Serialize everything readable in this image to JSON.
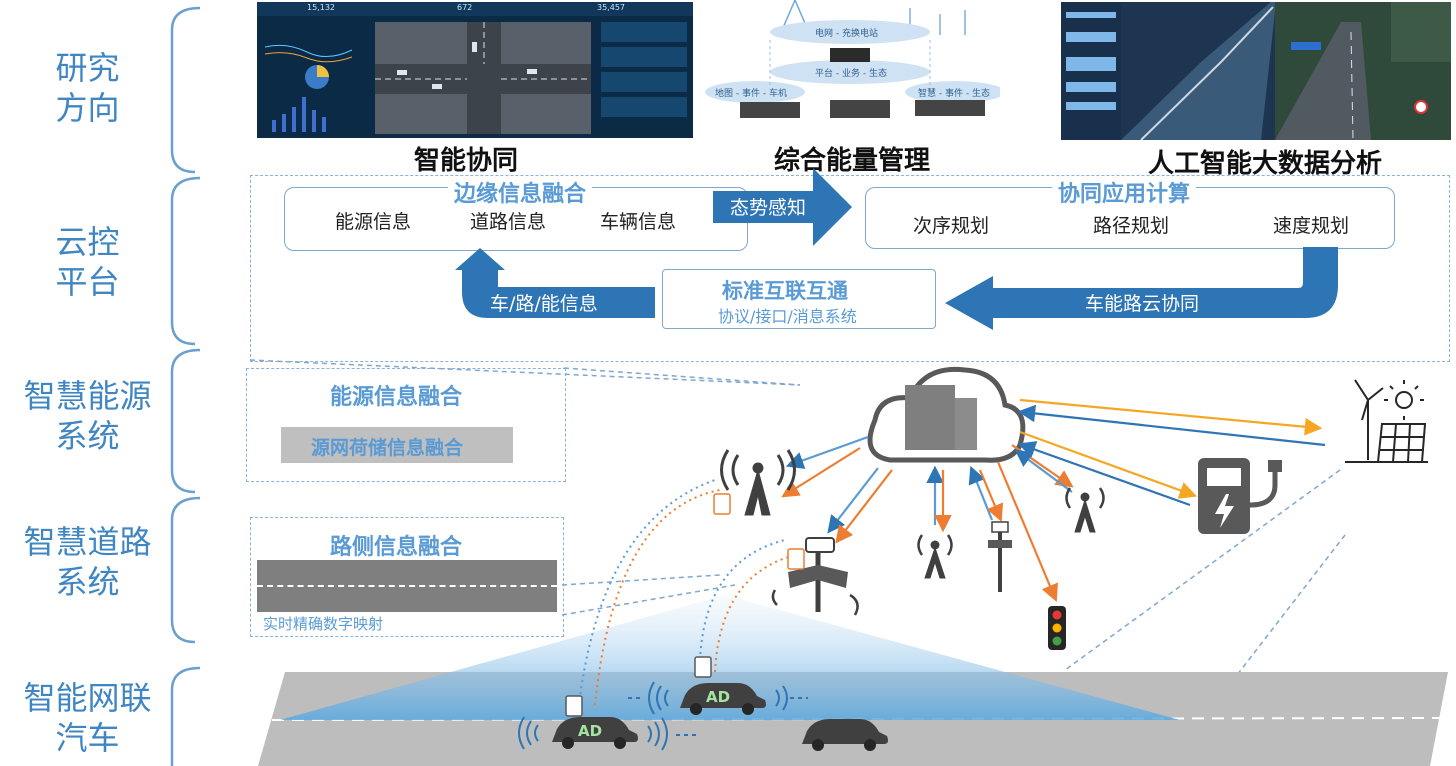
{
  "layers": [
    {
      "label": "研究\n方向"
    },
    {
      "label": "云控\n平台"
    },
    {
      "label": "智慧能源\n系统"
    },
    {
      "label": "智慧道路\n系统"
    },
    {
      "label": "智能网联\n汽车"
    }
  ],
  "research": {
    "captions": [
      "智能协同",
      "综合能量管理",
      "人工智能大数据分析"
    ],
    "dashboard_stats": [
      "15,132",
      "672",
      "35,457"
    ],
    "energy_labels": {
      "top": "电网 - 充换电站",
      "middle": "平台 - 业务 - 生态",
      "left": "地图 - 事件 - 车机",
      "right": "智慧 - 事件 - 生态"
    }
  },
  "platform": {
    "edge_fusion": {
      "title": "边缘信息融合",
      "items": [
        "能源信息",
        "道路信息",
        "车辆信息"
      ]
    },
    "situation_arrow": "态势感知",
    "collab_compute": {
      "title": "协同应用计算",
      "items": [
        "次序规划",
        "路径规划",
        "速度规划"
      ]
    },
    "standard": {
      "title": "标准互联互通",
      "subtitle": "协议/接口/消息系统"
    },
    "left_arrow": "车/路/能信息",
    "right_arrow": "车能路云协同"
  },
  "energy_system": {
    "title": "能源信息融合",
    "bar_label": "源网荷储信息融合"
  },
  "road_system": {
    "title": "路侧信息融合",
    "caption": "实时精确数字映射"
  },
  "vehicles": {
    "ad_label": "AD"
  },
  "colors": {
    "accent_blue": "#2e75b6",
    "light_blue": "#5a9bd5",
    "side_label": "#3f86c2",
    "orange": "#ed7d31",
    "road": "#a6a6a6"
  }
}
